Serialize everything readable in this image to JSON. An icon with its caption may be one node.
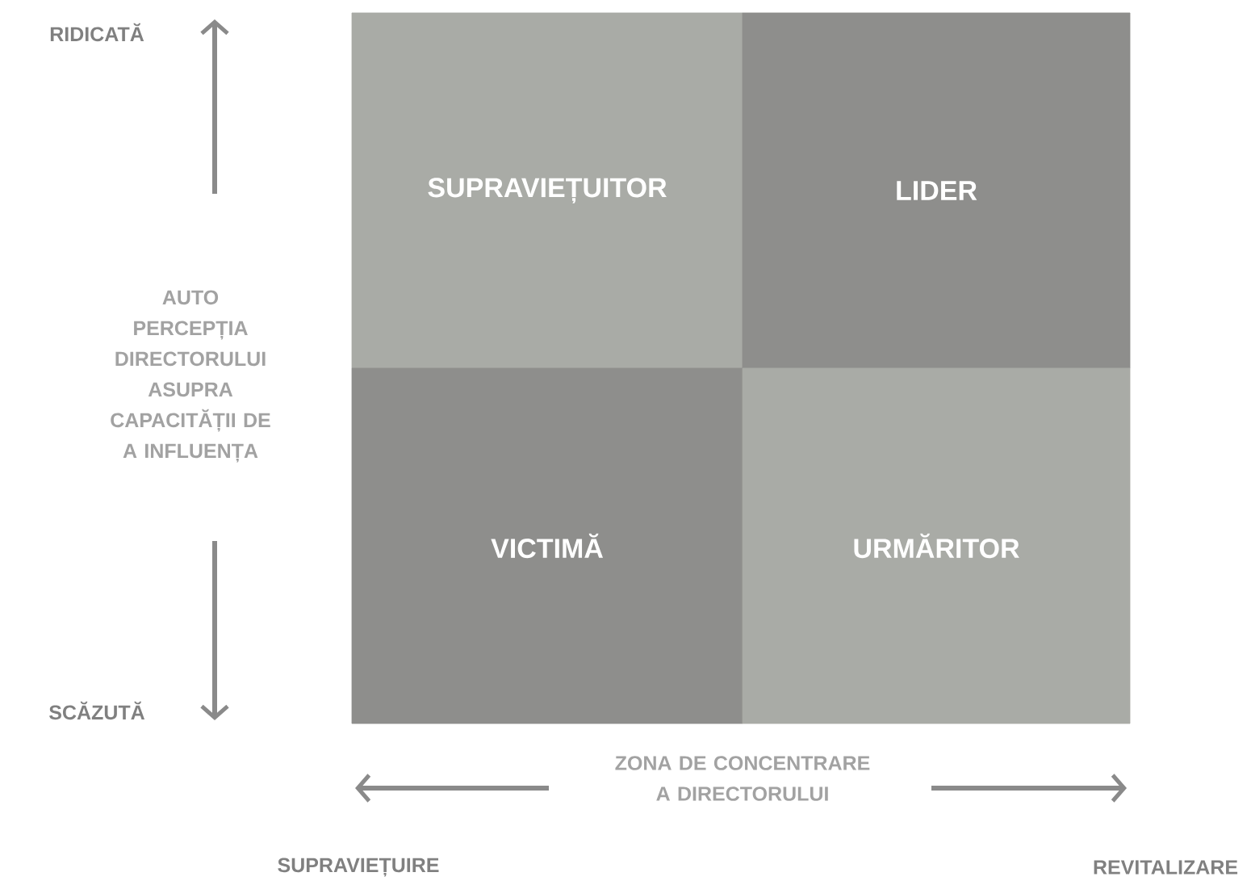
{
  "diagram": {
    "nodes": [
      {
        "text": [
          "SUPRAVIEȚUITOR"
        ]
      },
      {
        "text": [
          "LIDER"
        ]
      },
      {
        "text": [
          "VICTIMĂ"
        ]
      },
      {
        "text": [
          "URMĂRITOR"
        ]
      }
    ],
    "labels": [
      "RIDICATĂ",
      "AUTO PERCEPȚIA DIRECTORULUI ASUPRA CAPACITĂȚII DE A INFLUENȚA",
      "SCĂZUTĂ",
      "ZONA DE CONCENTRARE A DIRECTORULUI",
      "SUPRAVIEȚUIRE",
      "REVITALIZARE"
    ]
  }
}
